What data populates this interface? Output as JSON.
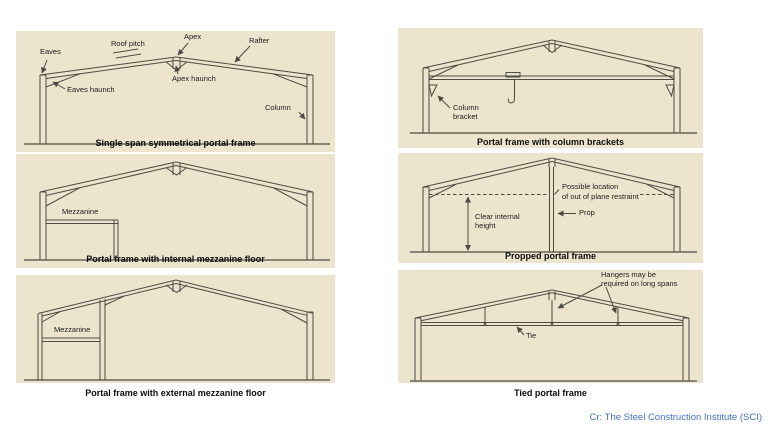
{
  "colors": {
    "panel_background": "#ece4cd",
    "line": "#4c4a42",
    "credit_blue": "#4472c4"
  },
  "credit": "Cr: The Steel Construction Institute (SCI)",
  "panels": {
    "l1": {
      "title": "Single span symmetrical portal frame",
      "eaves": "Eaves",
      "roof_pitch": "Roof pitch",
      "apex": "Apex",
      "rafter": "Rafter",
      "apex_haunch": "Apex haunch",
      "eaves_haunch": "Eaves haunch",
      "column": "Column"
    },
    "r1": {
      "title": "Portal frame with column brackets",
      "bracket_1": "Column",
      "bracket_2": "bracket"
    },
    "l2": {
      "title": "Portal frame with internal mezzanine floor",
      "mezzanine": "Mezzanine"
    },
    "r2": {
      "title": "Propped portal frame",
      "restraint_1": "Possible location",
      "restraint_2": "of out of plane restraint",
      "clear_1": "Clear internal",
      "clear_2": "height",
      "prop": "Prop"
    },
    "l3": {
      "title": "Portal frame with external mezzanine floor",
      "mezzanine": "Mezzanine"
    },
    "r3": {
      "title": "Tied portal frame",
      "hangers_1": "Hangers may be",
      "hangers_2": "required on long spans",
      "tie": "Tie"
    }
  }
}
